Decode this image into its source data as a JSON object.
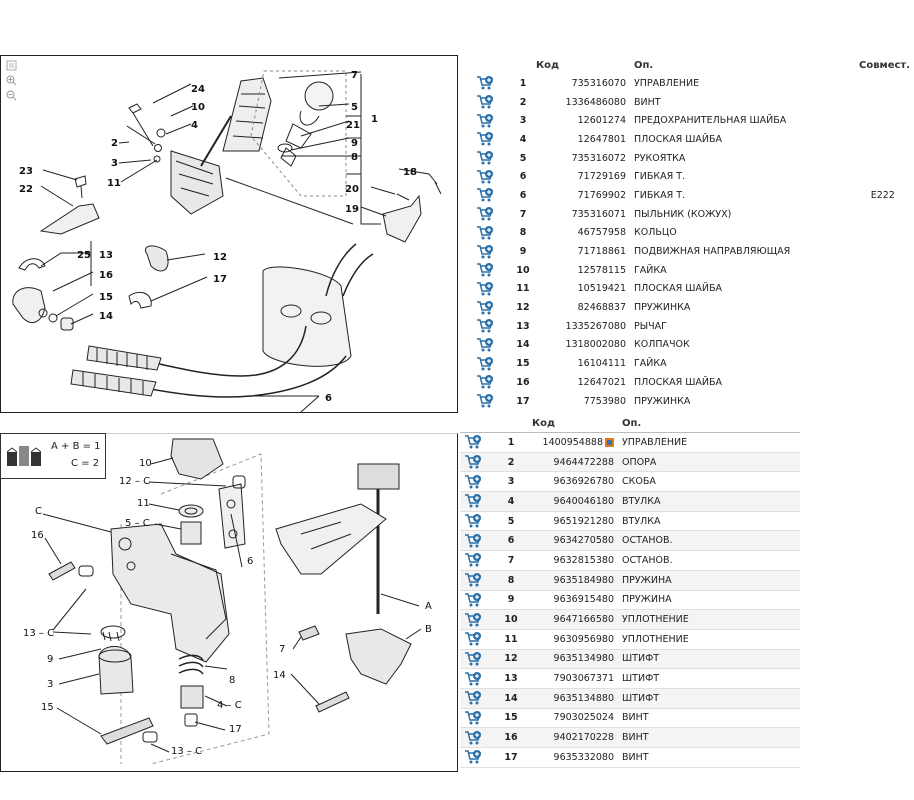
{
  "table1": {
    "headers": {
      "code": "Код",
      "name": "Оп.",
      "compat": "Совмест."
    },
    "rows": [
      {
        "num": "1",
        "code": "735316070",
        "name": "УПРАВЛЕНИЕ",
        "compat": ""
      },
      {
        "num": "2",
        "code": "1336486080",
        "name": "ВИНТ",
        "compat": ""
      },
      {
        "num": "3",
        "code": "12601274",
        "name": "ПРЕДОХРАНИТЕЛЬНАЯ ШАЙБА",
        "compat": ""
      },
      {
        "num": "4",
        "code": "12647801",
        "name": "ПЛОСКАЯ ШАЙБА",
        "compat": ""
      },
      {
        "num": "5",
        "code": "735316072",
        "name": "РУКОЯТКА",
        "compat": ""
      },
      {
        "num": "6",
        "code": "71729169",
        "name": "ГИБКАЯ Т.",
        "compat": ""
      },
      {
        "num": "6",
        "code": "71769902",
        "name": "ГИБКАЯ Т.",
        "compat": "E222"
      },
      {
        "num": "7",
        "code": "735316071",
        "name": "ПЫЛЬНИК (КОЖУХ)",
        "compat": ""
      },
      {
        "num": "8",
        "code": "46757958",
        "name": "КОЛЬЦО",
        "compat": ""
      },
      {
        "num": "9",
        "code": "71718861",
        "name": "ПОДВИЖНАЯ НАПРАВЛЯЮЩАЯ",
        "compat": ""
      },
      {
        "num": "10",
        "code": "12578115",
        "name": "ГАЙКА",
        "compat": ""
      },
      {
        "num": "11",
        "code": "10519421",
        "name": "ПЛОСКАЯ ШАЙБА",
        "compat": ""
      },
      {
        "num": "12",
        "code": "82468837",
        "name": "ПРУЖИНКА",
        "compat": ""
      },
      {
        "num": "13",
        "code": "1335267080",
        "name": "РЫЧАГ",
        "compat": ""
      },
      {
        "num": "14",
        "code": "1318002080",
        "name": "КОЛПАЧОК",
        "compat": ""
      },
      {
        "num": "15",
        "code": "16104111",
        "name": "ГАЙКА",
        "compat": ""
      },
      {
        "num": "16",
        "code": "12647021",
        "name": "ПЛОСКАЯ ШАЙБА",
        "compat": ""
      },
      {
        "num": "17",
        "code": "7753980",
        "name": "ПРУЖИНКА",
        "compat": ""
      }
    ]
  },
  "table2": {
    "headers": {
      "code": "Код",
      "name": "Оп."
    },
    "rows": [
      {
        "num": "1",
        "code": "1400954888",
        "name": "УПРАВЛЕНИЕ",
        "flag": true
      },
      {
        "num": "2",
        "code": "9464472288",
        "name": "ОПОРА"
      },
      {
        "num": "3",
        "code": "9636926780",
        "name": "СКОБА"
      },
      {
        "num": "4",
        "code": "9640046180",
        "name": "ВТУЛКА"
      },
      {
        "num": "5",
        "code": "9651921280",
        "name": "ВТУЛКА"
      },
      {
        "num": "6",
        "code": "9634270580",
        "name": "ОСТАНОВ."
      },
      {
        "num": "7",
        "code": "9632815380",
        "name": "ОСТАНОВ."
      },
      {
        "num": "8",
        "code": "9635184980",
        "name": "ПРУЖИНА"
      },
      {
        "num": "9",
        "code": "9636915480",
        "name": "ПРУЖИНА"
      },
      {
        "num": "10",
        "code": "9647166580",
        "name": "УПЛОТНЕНИЕ"
      },
      {
        "num": "11",
        "code": "9630956980",
        "name": "УПЛОТНЕНИЕ"
      },
      {
        "num": "12",
        "code": "9635134980",
        "name": "ШТИФТ"
      },
      {
        "num": "13",
        "code": "7903067371",
        "name": "ШТИФТ"
      },
      {
        "num": "14",
        "code": "9635134880",
        "name": "ШТИФТ"
      },
      {
        "num": "15",
        "code": "7903025024",
        "name": "ВИНТ"
      },
      {
        "num": "16",
        "code": "9402170228",
        "name": "ВИНТ"
      },
      {
        "num": "17",
        "code": "9635332080",
        "name": "ВИНТ"
      }
    ]
  },
  "legend": {
    "line1": "A + B =  1",
    "line2": "C =  2"
  },
  "diagram1_labels": [
    "24",
    "10",
    "4",
    "2",
    "3",
    "11",
    "7",
    "5",
    "21",
    "9",
    "8",
    "1",
    "23",
    "22",
    "25",
    "13",
    "16",
    "15",
    "14",
    "12",
    "17",
    "18",
    "20",
    "19",
    "6"
  ],
  "diagram2_labels": [
    "10",
    "12 – C",
    "11",
    "5 – C",
    "C",
    "16",
    "6",
    "13 – C",
    "9",
    "3",
    "15",
    "8",
    "4 – C",
    "17",
    "13 – C",
    "A",
    "7",
    "B",
    "14"
  ],
  "colors": {
    "cart_icon": "#2b6fa8",
    "border": "#222222"
  },
  "icons": {
    "cart": "cart-add-icon",
    "zoom_in": "zoom-in-icon",
    "zoom_out": "zoom-out-icon",
    "fit": "fit-icon"
  }
}
